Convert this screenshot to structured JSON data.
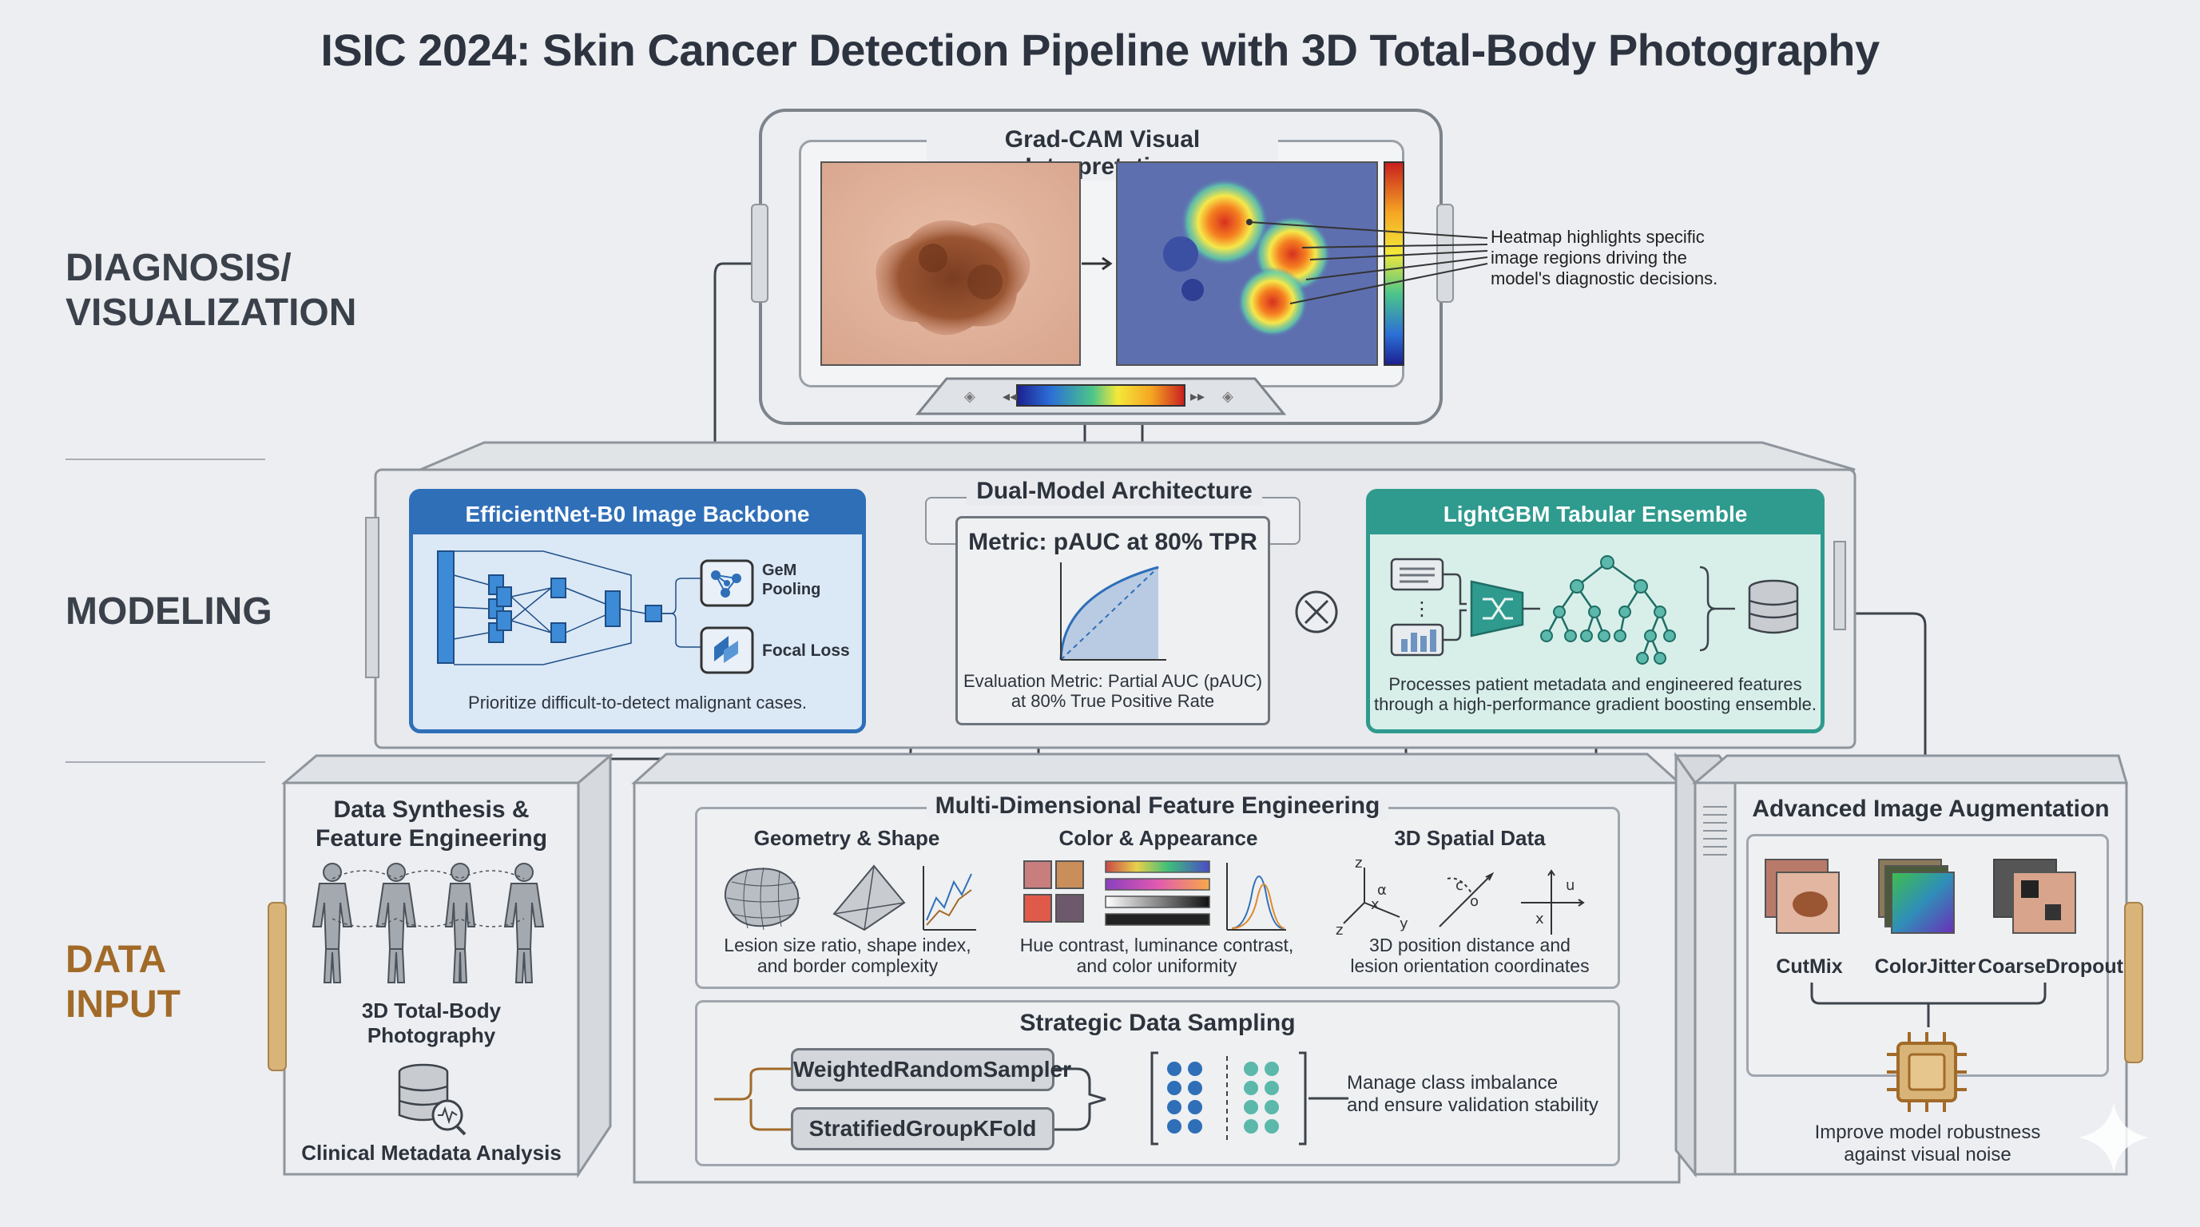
{
  "title": "ISIC 2024: Skin Cancer Detection Pipeline with 3D Total-Body Photography",
  "tiers": {
    "diagnosis": "DIAGNOSIS/\nVISUALIZATION",
    "modeling": "MODELING",
    "data_input": "DATA\nINPUT"
  },
  "gradcam": {
    "title": "Grad-CAM Visual Interpretation",
    "annotation": "Heatmap highlights specific\nimage regions driving the\nmodel's diagnostic decisions."
  },
  "efficientnet": {
    "title": "EfficientNet-B0 Image Backbone",
    "gem": "GeM\nPooling",
    "focal": "Focal Loss",
    "caption": "Prioritize difficult-to-detect malignant cases."
  },
  "dual": {
    "title": "Dual-Model Architecture",
    "metric": "Metric: pAUC at 80% TPR",
    "caption": "Evaluation Metric: Partial AUC (pAUC)\nat 80% True Positive Rate"
  },
  "lightgbm": {
    "title": "LightGBM Tabular Ensemble",
    "caption": "Processes patient metadata and engineered features\nthrough a high-performance gradient boosting ensemble."
  },
  "synthesis": {
    "title": "Data Synthesis &\nFeature Engineering",
    "tbp": "3D Total-Body\nPhotography",
    "clinical": "Clinical Metadata Analysis"
  },
  "feature_eng": {
    "title": "Multi-Dimensional Feature Engineering",
    "geometry": {
      "title": "Geometry & Shape",
      "caption": "Lesion size ratio, shape index,\nand border complexity"
    },
    "color": {
      "title": "Color & Appearance",
      "caption": "Hue contrast, luminance contrast,\nand color uniformity"
    },
    "spatial": {
      "title": "3D Spatial Data",
      "caption": "3D position distance and\nlesion orientation coordinates"
    }
  },
  "sampling": {
    "title": "Strategic Data Sampling",
    "sampler": "WeightedRandomSampler",
    "kfold": "StratifiedGroupKFold",
    "caption": "Manage class imbalance\nand ensure validation stability"
  },
  "augmentation": {
    "title": "Advanced Image Augmentation",
    "items": [
      "CutMix",
      "ColorJitter",
      "CoarseDropout"
    ],
    "caption": "Improve model robustness\nagainst visual noise"
  },
  "colors": {
    "efficientnet_blue": "#2f6fb8",
    "lightgbm_teal": "#2f9a8e",
    "data_brown": "#a26a28"
  }
}
